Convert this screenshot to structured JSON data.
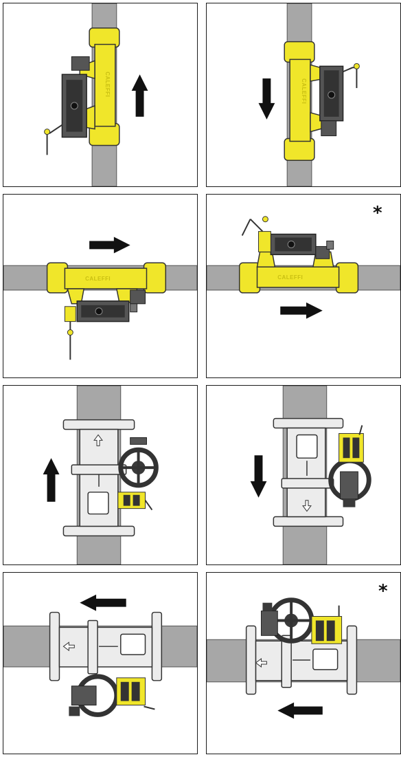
{
  "figure": {
    "panels": [
      {
        "id": 1,
        "pipe": "vertical",
        "flow": "up",
        "valve": "compact",
        "brand_label": "CALEFFI",
        "star": ""
      },
      {
        "id": 2,
        "pipe": "vertical",
        "flow": "down",
        "valve": "compact",
        "brand_label": "CALEFFI",
        "star": ""
      },
      {
        "id": 3,
        "pipe": "horizontal",
        "flow": "right",
        "valve": "compact",
        "brand_label": "CALEFFI",
        "star": ""
      },
      {
        "id": 4,
        "pipe": "horizontal",
        "flow": "right",
        "valve": "compact",
        "brand_label": "CALEFFI",
        "star": "*"
      },
      {
        "id": 5,
        "pipe": "vertical",
        "flow": "up",
        "valve": "flanged",
        "brand_label": "",
        "star": ""
      },
      {
        "id": 6,
        "pipe": "vertical",
        "flow": "down",
        "valve": "flanged",
        "brand_label": "",
        "star": ""
      },
      {
        "id": 7,
        "pipe": "horizontal",
        "flow": "left",
        "valve": "flanged",
        "brand_label": "",
        "star": ""
      },
      {
        "id": 8,
        "pipe": "horizontal",
        "flow": "left",
        "valve": "flanged",
        "brand_label": "",
        "star": "*"
      }
    ]
  },
  "colors": {
    "pipe": "#a7a7a7",
    "brass": "#f0e62a",
    "brass_dark": "#c9bf12",
    "body_grey": "#ececec",
    "dark": "#3a3a3a",
    "arrow": "#111111",
    "frame": "#1a1a1a"
  }
}
